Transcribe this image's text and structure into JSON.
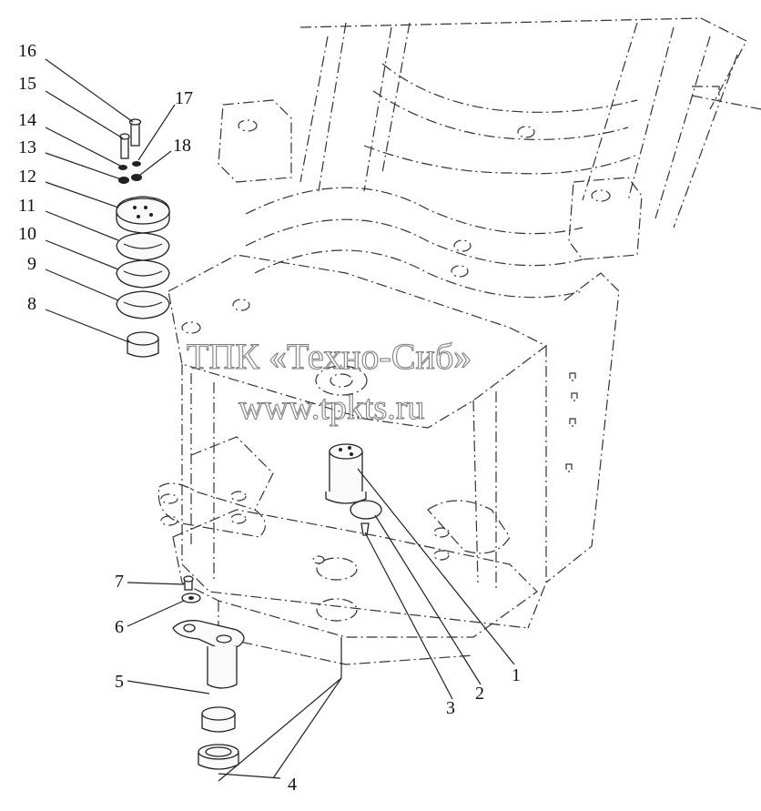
{
  "watermark": {
    "company": "ТПК «Техно-Сиб»",
    "website": "www.tpkts.ru"
  },
  "callouts": [
    "1",
    "2",
    "3",
    "4",
    "5",
    "6",
    "7",
    "8",
    "9",
    "10",
    "11",
    "12",
    "13",
    "14",
    "15",
    "16",
    "17",
    "18"
  ]
}
